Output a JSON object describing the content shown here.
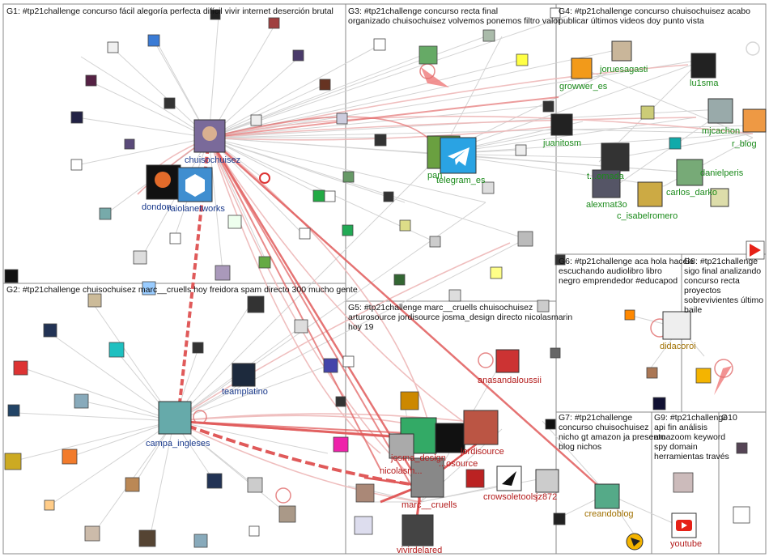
{
  "groups": [
    {
      "id": "G1",
      "text": "G1: #tp21challenge concurso fácil alegoría perfecta difícil vivir internet deserción brutal"
    },
    {
      "id": "G2",
      "text": "G2: #tp21challenge chuisochuisez marc__cruells hoy freidora spam directo 300 mucho gente"
    },
    {
      "id": "G3",
      "text": "G3: #tp21challenge concurso recta final organizado chuisochuisez volvemos ponemos filtro valor"
    },
    {
      "id": "G4",
      "text": "G4: #tp21challenge concurso chuisochuisez acabo publicar últimos videos doy punto vista"
    },
    {
      "id": "G5",
      "text": "G5: #tp21challenge marc__cruells chuisochuisez arturosource jordisource josma_design directo nicolasmarin hoy 19"
    },
    {
      "id": "G6",
      "text": "G6: #tp21challenge aca hola hacéis escuchando audiolibro libro negro emprendedor #educapod"
    },
    {
      "id": "G7",
      "text": "G7: #tp21challenge concurso chuisochuisez nicho gt amazon ja presento blog nichos"
    },
    {
      "id": "G8",
      "text": "G8: #tp21challenge sigo final analizando concurso recta proyectos sobrevivientes último baile"
    },
    {
      "id": "G9",
      "text": "G9: #tp21challenge api fin análisis amazoom keyword spy domain herramientas través"
    },
    {
      "id": "G10",
      "text": "G10"
    }
  ],
  "nodes": {
    "chuisochuisez": "chuisochuisez",
    "dondon": "dondon",
    "raiolanetworks": "raiolanetworks",
    "telegram_es": "telegram_es",
    "pan": "pan",
    "campa_ingleses": "campa_ingleses",
    "teamplatino": "teamplatino",
    "growwer_es": "growwer_es",
    "joruesagasti": "joruesagasti",
    "lu1sma": "lu1sma",
    "mjcachon": "mjcachon",
    "r_blog": "r_blog",
    "juanitosm": "juanitosm",
    "trmada": "t...omada",
    "alexmat3o": "alexmat3o",
    "c_isabelromero": "c_isabelromero",
    "carlos_darko": "carlos_darko",
    "danielperis": "danielperis",
    "didacoroi": "didacoroi",
    "anasandaloussii": "anasandaloussii",
    "josma_design": "josma_design",
    "jordisource": "jordisource",
    "arturosource": "...osource",
    "nicolasm": "nicolasm...",
    "marc__cruells": "marc__cruells",
    "crowsoletools": "crowsoletools",
    "jz872": "jz872",
    "vivirdelared": "vivirdelared",
    "creandoblog": "creandoblog",
    "youtube": "youtube"
  },
  "colors": {
    "edge_gray": "#c8c8c8",
    "edge_red": "#e05a5a",
    "label_blue": "#1a3a8c",
    "label_green": "#1a8a1a",
    "label_red": "#b31b1b",
    "label_olive": "#a07000",
    "border": "#444444",
    "telegram": "#2aa3e3",
    "youtube_red": "#e62117"
  }
}
